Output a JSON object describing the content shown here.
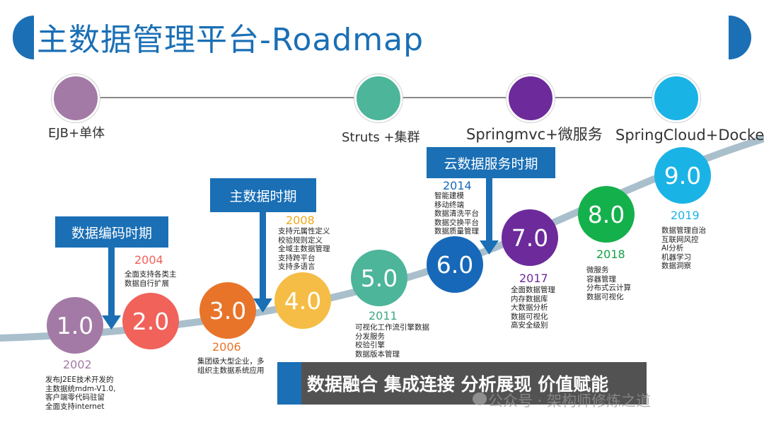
{
  "title": "主数据管理平台-Roadmap",
  "timeline": [
    {
      "label": "EJB+单体",
      "color": "#a37aa5"
    },
    {
      "label": "Struts +集群",
      "color": "#4cb59a"
    },
    {
      "label": "Springmvc+微服务",
      "color": "#6c2a9b"
    },
    {
      "label": "SpringCloud+Docker",
      "color": "#1ab3e6"
    }
  ],
  "eras": [
    "数据编码时期",
    "主数据时期",
    "云数据服务时期"
  ],
  "versions": [
    {
      "ver": "1.0",
      "year": "2002",
      "color": "#a37aa5",
      "year_color": "#a37aa5",
      "desc": "发布J2EE技术开发的\n主数据统mdm-V1.0,\n客户端零代码驻留\n全面支持internet"
    },
    {
      "ver": "2.0",
      "year": "2004",
      "color": "#f0625a",
      "year_color": "#f0625a",
      "desc": "全面支持各类主\n数据自行扩展"
    },
    {
      "ver": "3.0",
      "year": "2006",
      "color": "#e8742a",
      "year_color": "#e8742a",
      "desc": "集团级大型企业，多\n组织主数据系统应用"
    },
    {
      "ver": "4.0",
      "year": "2008",
      "color": "#f5bd45",
      "year_color": "#f0a818",
      "desc": "支持元属性定义\n校验规则定义\n全域主数据管理\n支持跨平台\n支持多语言"
    },
    {
      "ver": "5.0",
      "year": "2011",
      "color": "#4cb59a",
      "year_color": "#3ea784",
      "desc": "可视化工作流引擎数据\n分发服务\n校验引擎\n数据版本管理"
    },
    {
      "ver": "6.0",
      "year": "2014",
      "color": "#1768b8",
      "year_color": "#1768b8",
      "desc": "智能建模\n移动终端\n数据清洗平台\n数据交换平台\n数据质量管理"
    },
    {
      "ver": "7.0",
      "year": "2017",
      "color": "#6c2a9b",
      "year_color": "#6c2a9b",
      "desc": "全面数据管理\n内存数据库\n大数据分析\n数据可视化\n高安全级别"
    },
    {
      "ver": "8.0",
      "year": "2018",
      "color": "#14b04c",
      "year_color": "#14a047",
      "desc": "微服务\n容器管理\n分布式云计算\n数据可视化"
    },
    {
      "ver": "9.0",
      "year": "2019",
      "color": "#1ab3e6",
      "year_color": "#1ab3e6",
      "desc": "数据管理自治\n互联网风控\nAI分析\n机器学习\n数据洞察"
    }
  ],
  "banner": "数据融合 集成连接 分析展现 价值赋能",
  "watermark": "公众号 · 架构师修炼之道"
}
